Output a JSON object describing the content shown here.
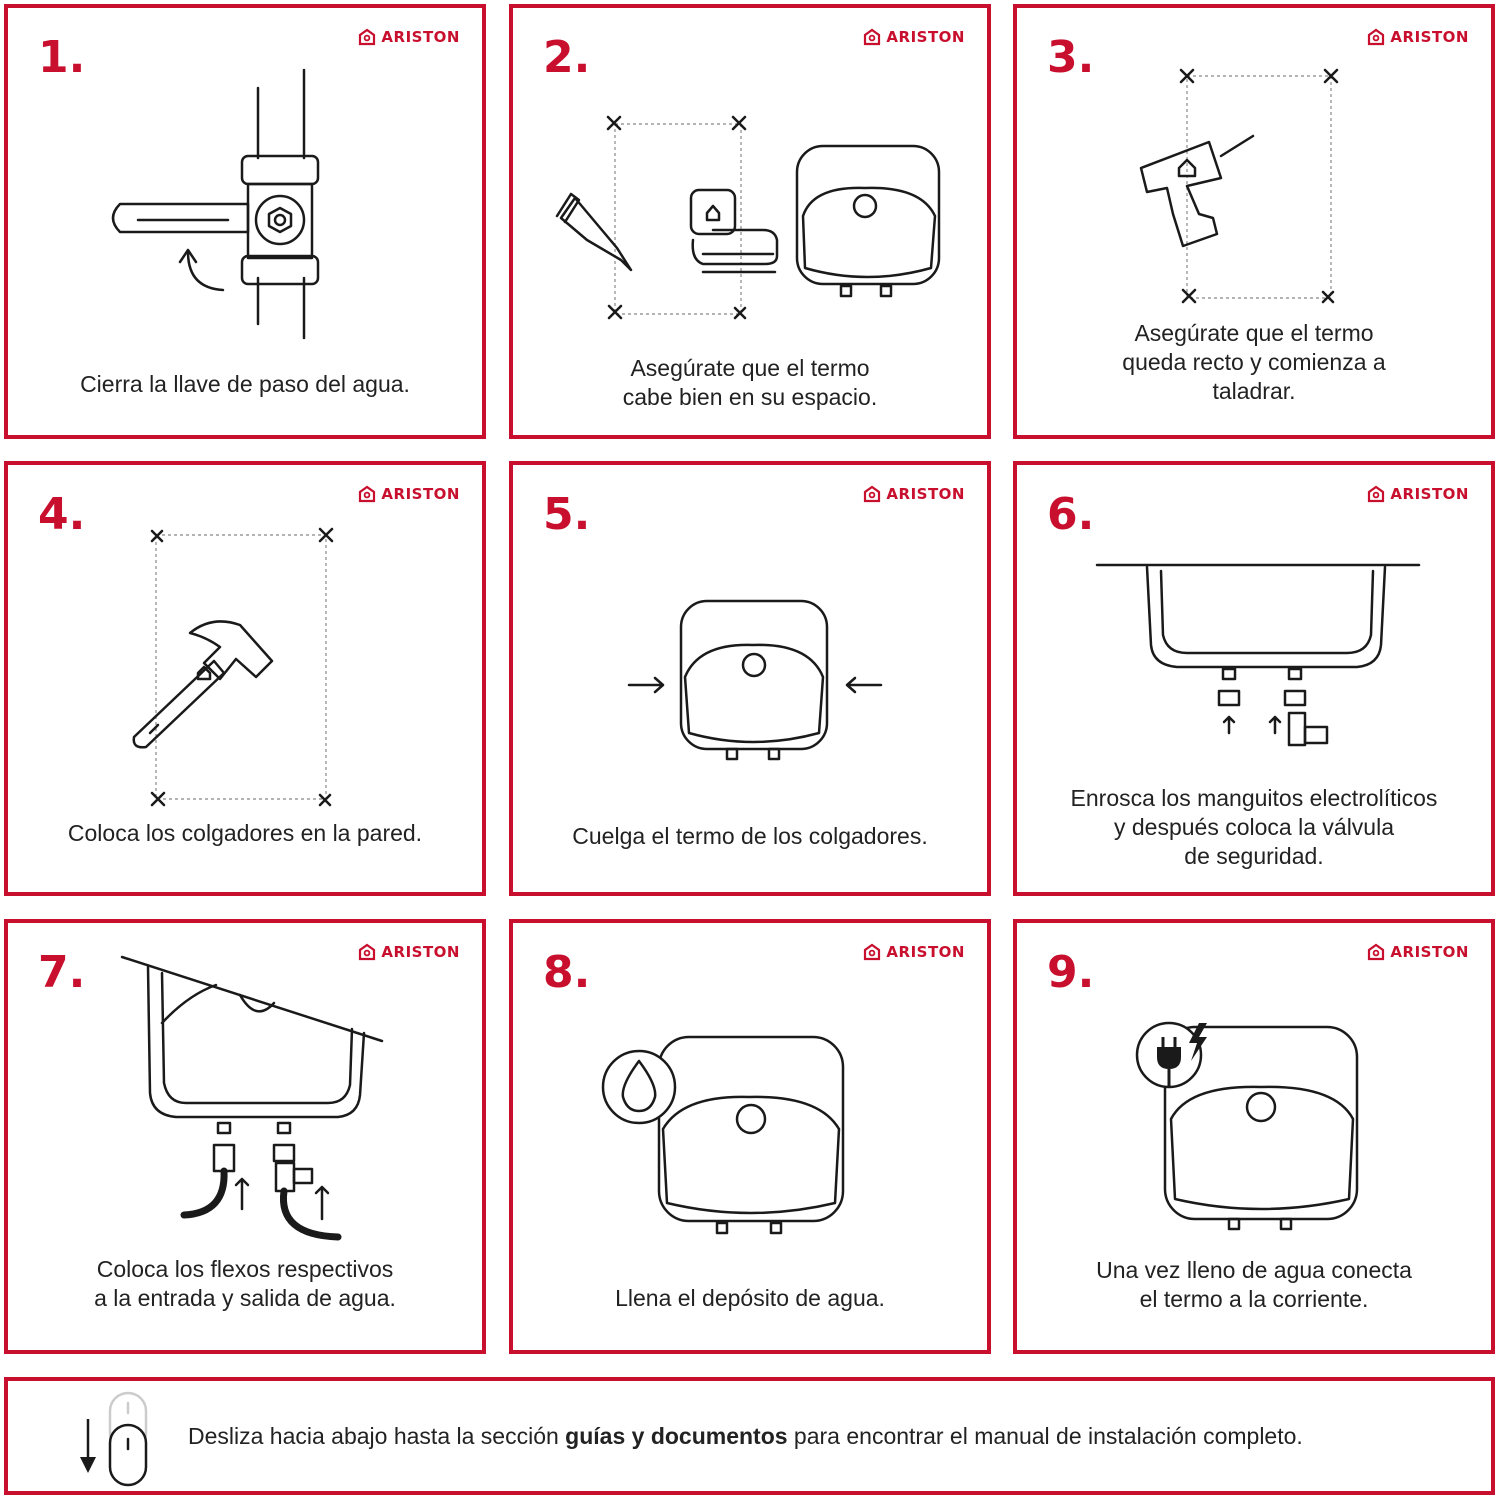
{
  "brand": {
    "name": "ARISTON",
    "color": "#c8102e",
    "icon": "ariston-house-icon"
  },
  "steps": [
    {
      "number": "1.",
      "caption": "Cierra la llave de paso del agua.",
      "icon": "valve-icon"
    },
    {
      "number": "2.",
      "caption": "Asegúrate que el termo\ncabe bien en su espacio.",
      "icon": "measure-icon"
    },
    {
      "number": "3.",
      "caption": "Asegúrate que el termo\nqueda recto y comienza a\ntaladrar.",
      "icon": "drill-icon"
    },
    {
      "number": "4.",
      "caption": "Coloca los colgadores en la pared.",
      "icon": "hammer-icon"
    },
    {
      "number": "5.",
      "caption": "Cuelga el termo de los colgadores.",
      "icon": "water-heater-icon"
    },
    {
      "number": "6.",
      "caption": "Enrosca los manguitos electrolíticos\ny después coloca la válvula\nde seguridad.",
      "icon": "fittings-icon"
    },
    {
      "number": "7.",
      "caption": "Coloca los flexos respectivos\na la entrada y salida de agua.",
      "icon": "hoses-icon"
    },
    {
      "number": "8.",
      "caption": "Llena el depósito de agua.",
      "icon": "water-drop-icon"
    },
    {
      "number": "9.",
      "caption": "Una vez lleno de agua conecta\nel termo a la corriente.",
      "icon": "plug-icon"
    }
  ],
  "footer": {
    "text_before": "Desliza hacia abajo hasta la sección ",
    "text_bold": "guías y documentos",
    "text_after": " para encontrar el manual de instalación completo.",
    "icon": "scroll-down-mouse-icon"
  }
}
